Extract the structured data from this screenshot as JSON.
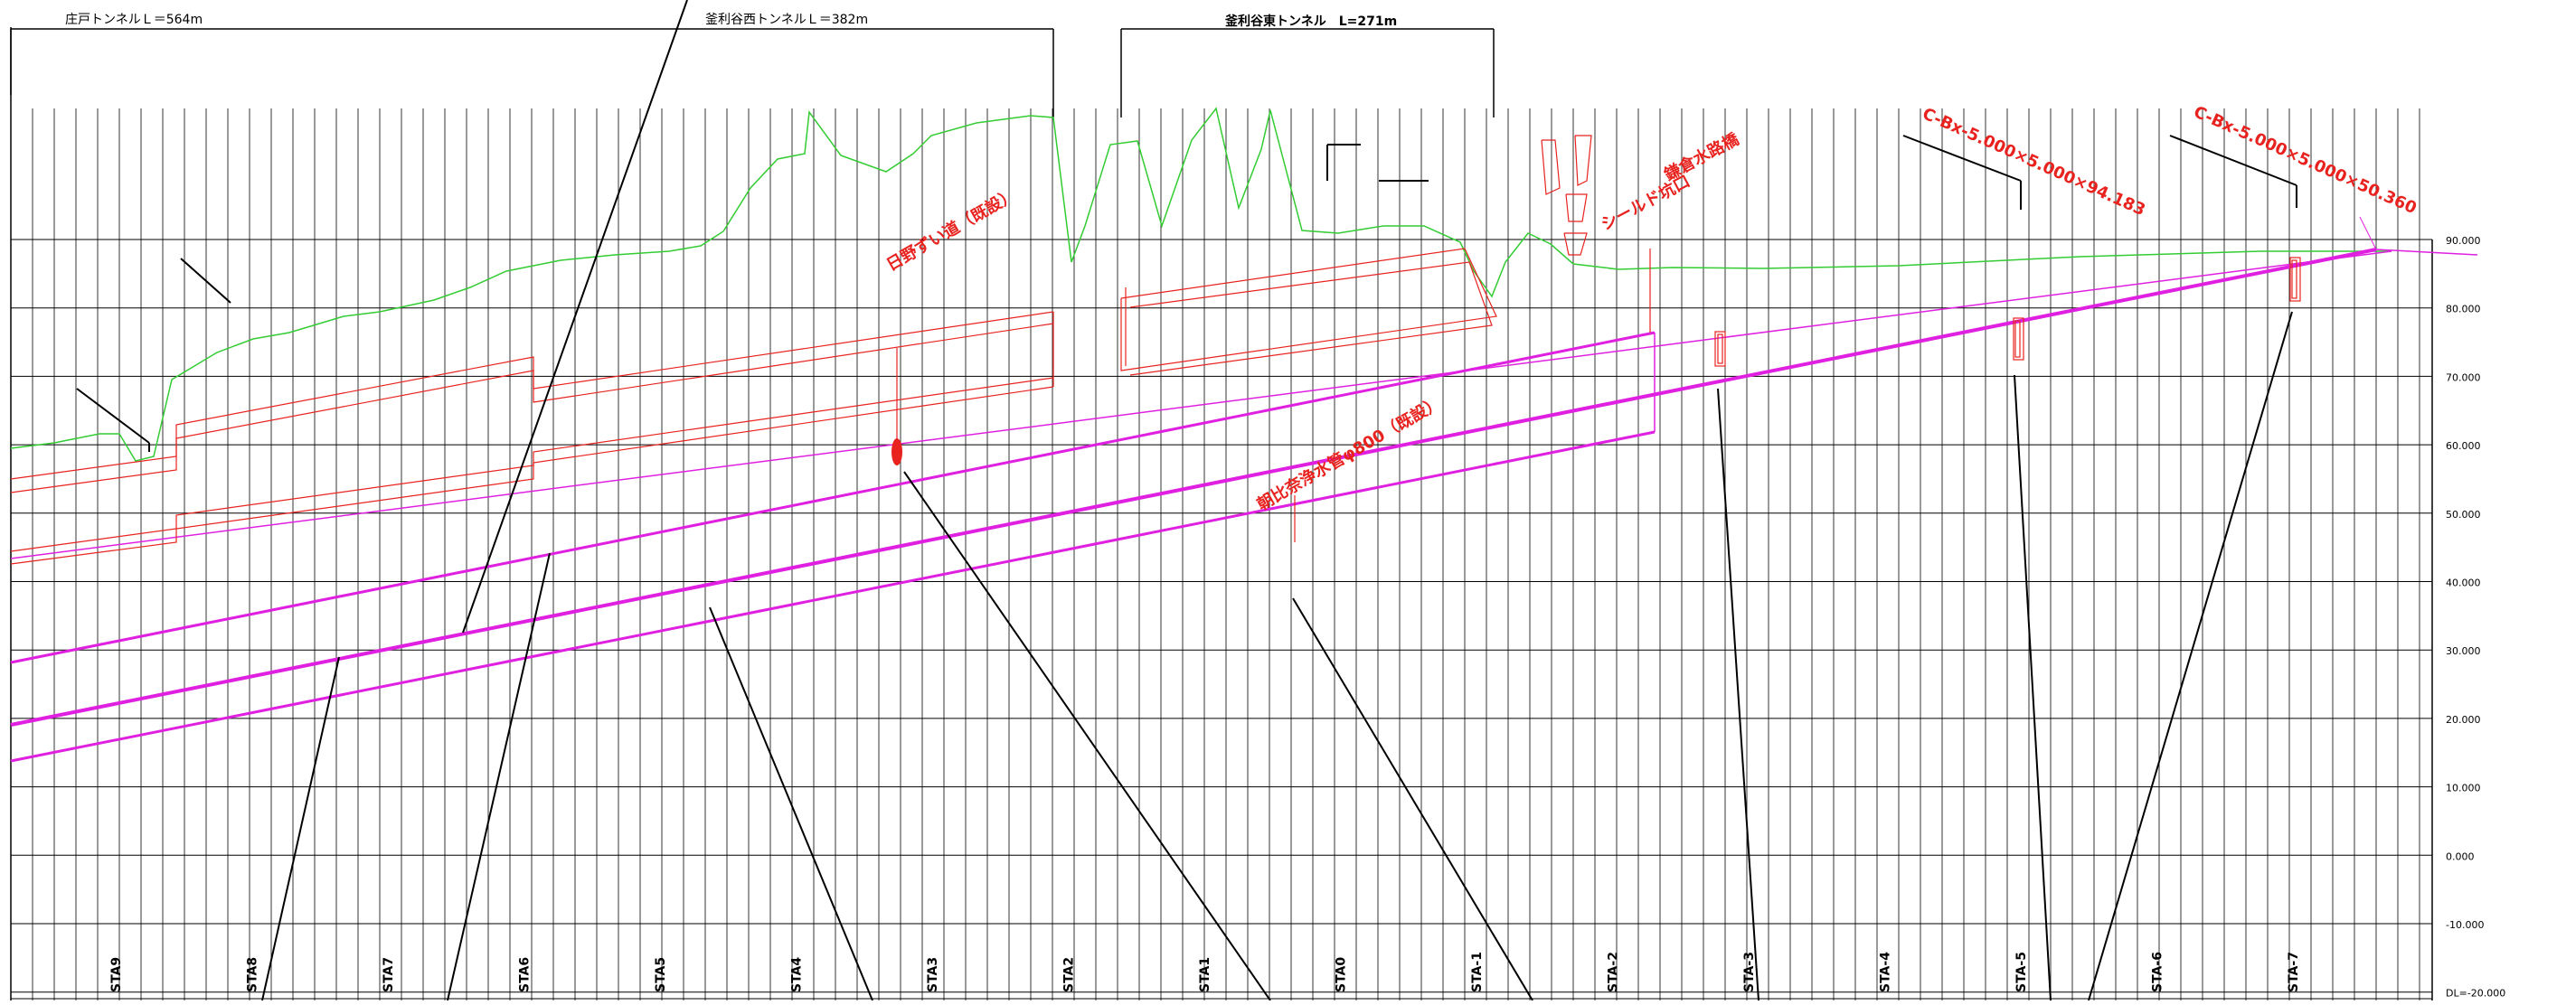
{
  "tunnels": {
    "left_title": "庄戸トンネルＬ＝564m",
    "mid_title": "釜利谷西トンネルＬ＝382m",
    "right_title": "釜利谷東トンネル　L=271m"
  },
  "elevation_labels": [
    "90.000",
    "80.000",
    "70.000",
    "60.000",
    "50.000",
    "40.000",
    "30.000",
    "20.000",
    "10.000",
    "0.000",
    "-10.000",
    "DL=-20.000"
  ],
  "station_labels": [
    "STA9",
    "STA8",
    "STA7",
    "STA6",
    "STA5",
    "STA4",
    "STA3",
    "STA2",
    "STA1",
    "STA0",
    "STA-1",
    "STA-2",
    "STA-3",
    "STA-4",
    "STA-5",
    "STA-6",
    "STA-7"
  ],
  "red_annotations": {
    "hinoroad": "日野ずい道（既設）",
    "aqueduct": "鎌倉水路橋",
    "shield": "シールド坑口",
    "pipe": "朝比奈浄水管φ800（既設）",
    "box1": "C-Bx-5.000×5.000×94.183",
    "box2": "C-Bx-5.000×5.000×50.360"
  },
  "colors": {
    "ground": "#33cc33",
    "structure": "#e8231f",
    "alignment": "#e020e0",
    "grid": "#000000"
  }
}
